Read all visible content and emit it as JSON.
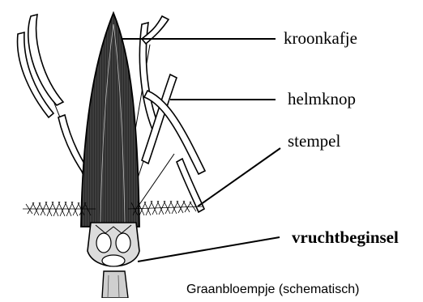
{
  "labels": {
    "kroonkafje": "kroonkafje",
    "helmknop": "helmknop",
    "stempel": "stempel",
    "vruchtbeginsel": "vruchtbeginsel"
  },
  "caption": "Graanbloempje (schematisch)",
  "colors": {
    "ink": "#000000",
    "background": "#ffffff",
    "glume_fill": "#2a2a2a"
  }
}
